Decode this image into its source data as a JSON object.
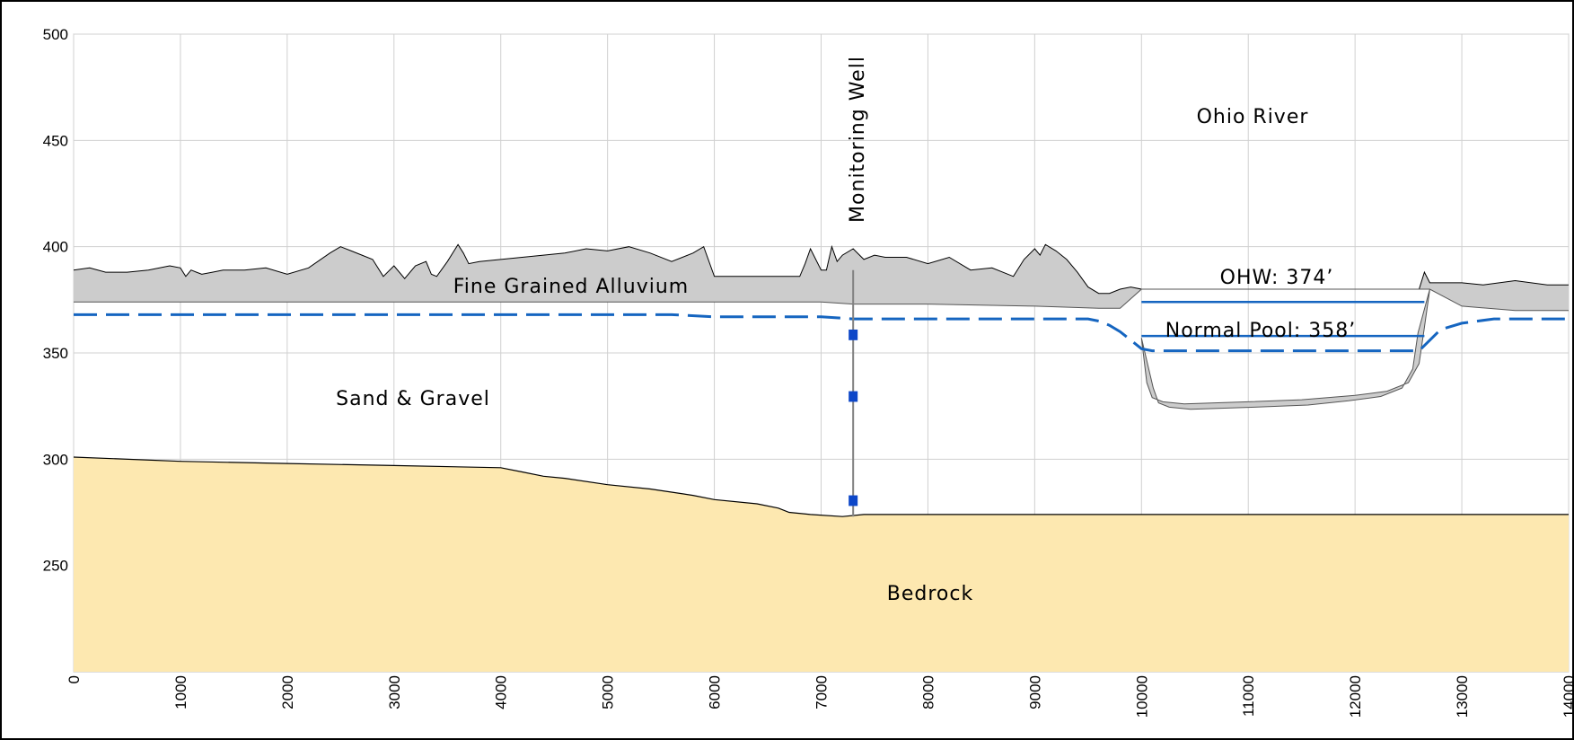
{
  "chart_data": {
    "type": "area",
    "xlim": [
      0,
      14000
    ],
    "ylim": [
      200,
      500
    ],
    "x_ticks": [
      "0",
      "1000",
      "2000",
      "3000",
      "4000",
      "5000",
      "6000",
      "7000",
      "8000",
      "9000",
      "10000",
      "11000",
      "12000",
      "13000",
      "14000"
    ],
    "y_ticks": [
      "500",
      "450",
      "400",
      "350",
      "300",
      "250"
    ],
    "grid": true,
    "annotations": {
      "river": "Ohio River",
      "well": "Monitoring Well",
      "alluvium": "Fine Grained Alluvium",
      "ohw": "OHW: 374’",
      "pool": "Normal Pool: 358’",
      "sand": "Sand & Gravel",
      "bedrock": "Bedrock"
    },
    "colors": {
      "alluvium": "#cccccc",
      "bedrock": "#fde8b0",
      "water": "#1565c0",
      "well_screen": "#0d47c8",
      "outline": "#000000",
      "well_casing": "#808080"
    },
    "series": [
      {
        "key": "ground_surface",
        "x": [
          0,
          150,
          300,
          500,
          700,
          900,
          1000,
          1050,
          1100,
          1150,
          1200,
          1300,
          1400,
          1600,
          1800,
          2000,
          2200,
          2400,
          2500,
          2600,
          2700,
          2800,
          2900,
          3000,
          3100,
          3200,
          3300,
          3350,
          3400,
          3500,
          3600,
          3650,
          3700,
          3800,
          4000,
          4200,
          4400,
          4600,
          4800,
          5000,
          5200,
          5400,
          5600,
          5800,
          5900,
          6000,
          6500,
          6800,
          6850,
          6900,
          7000,
          7050,
          7100,
          7150,
          7200,
          7300,
          7400,
          7500,
          7600,
          7800,
          8000,
          8200,
          8400,
          8600,
          8800,
          8900,
          9000,
          9050,
          9100,
          9200,
          9300,
          9400,
          9500,
          9600,
          9700,
          9800,
          9900,
          10000,
          10200,
          10400,
          10600,
          10800,
          11000,
          11500,
          12000,
          12200,
          12400,
          12600,
          12650,
          12700,
          12800,
          13000,
          13200,
          13500,
          13800,
          14000
        ],
        "y": [
          389,
          390,
          388,
          388,
          389,
          391,
          390,
          386,
          389,
          388,
          387,
          388,
          389,
          389,
          390,
          387,
          390,
          397,
          400,
          398,
          396,
          394,
          386,
          391,
          385,
          391,
          393,
          387,
          386,
          393,
          401,
          397,
          392,
          393,
          394,
          395,
          396,
          397,
          399,
          398,
          400,
          397,
          393,
          397,
          400,
          386,
          386,
          386,
          392,
          399,
          389,
          389,
          400,
          393,
          396,
          399,
          394,
          396,
          395,
          395,
          392,
          395,
          389,
          390,
          386,
          394,
          399,
          396,
          401,
          398,
          394,
          388,
          381,
          378,
          378,
          380,
          381,
          380,
          380,
          380,
          380,
          380,
          380,
          380,
          380,
          380,
          380,
          380,
          388,
          383,
          383,
          383,
          382,
          384,
          382,
          382
        ]
      },
      {
        "key": "alluvium_base",
        "x": [
          0,
          3000,
          6000,
          7000,
          7300,
          8000,
          9000,
          9600,
          9800,
          10000,
          10500,
          11000,
          12000,
          12500,
          12650,
          12700,
          13000,
          13500,
          14000
        ],
        "y": [
          374,
          374,
          374,
          374,
          373,
          373,
          372,
          371,
          371,
          380,
          380,
          380,
          380,
          380,
          380,
          380,
          372,
          370,
          370
        ]
      },
      {
        "key": "water_table",
        "x": [
          0,
          1000,
          2000,
          3000,
          4000,
          5000,
          5200,
          5500,
          5600,
          6000,
          6100,
          7000,
          7300,
          8000,
          8500,
          9000,
          9500,
          9600,
          9700,
          9800,
          9900,
          10000,
          10100,
          12600,
          12700,
          12800,
          13000,
          13300,
          13600,
          14000
        ],
        "y": [
          368,
          368,
          368,
          368,
          368,
          368,
          368,
          368,
          368,
          367,
          367,
          367,
          366,
          366,
          366,
          366,
          366,
          365,
          363,
          360,
          356,
          352,
          351,
          351,
          356,
          361,
          364,
          366,
          366,
          366
        ]
      },
      {
        "key": "channel_bed",
        "x": [
          10000,
          10050,
          10100,
          10200,
          10400,
          11000,
          11500,
          12000,
          12300,
          12500,
          12600,
          12650,
          12700
        ],
        "y": [
          357,
          336,
          329,
          327,
          326,
          327,
          328,
          330,
          332,
          336,
          345,
          362,
          380
        ]
      },
      {
        "key": "bedrock_top",
        "x": [
          0,
          1000,
          2000,
          3000,
          4000,
          4200,
          4400,
          4600,
          5000,
          5400,
          5800,
          6000,
          6400,
          6600,
          6700,
          6900,
          7200,
          7400,
          8000,
          9000,
          10000,
          11000,
          12000,
          13000,
          14000
        ],
        "y": [
          301,
          299,
          298,
          297,
          296,
          294,
          292,
          291,
          288,
          286,
          283,
          281,
          279,
          277,
          275,
          274,
          273,
          274,
          274,
          274,
          274,
          274,
          274,
          274,
          274
        ]
      },
      {
        "key": "ohw_level",
        "x": [
          10000,
          12650
        ],
        "y": [
          374,
          374
        ]
      },
      {
        "key": "normal_pool_level",
        "x": [
          10000,
          12650
        ],
        "y": [
          358,
          358
        ]
      },
      {
        "key": "monitoring_well",
        "x": [
          7300,
          7300
        ],
        "y": [
          273,
          389
        ]
      }
    ],
    "well_screens": [
      {
        "from": 356,
        "to": 361
      },
      {
        "from": 327,
        "to": 332
      },
      {
        "from": 278,
        "to": 283
      }
    ]
  }
}
